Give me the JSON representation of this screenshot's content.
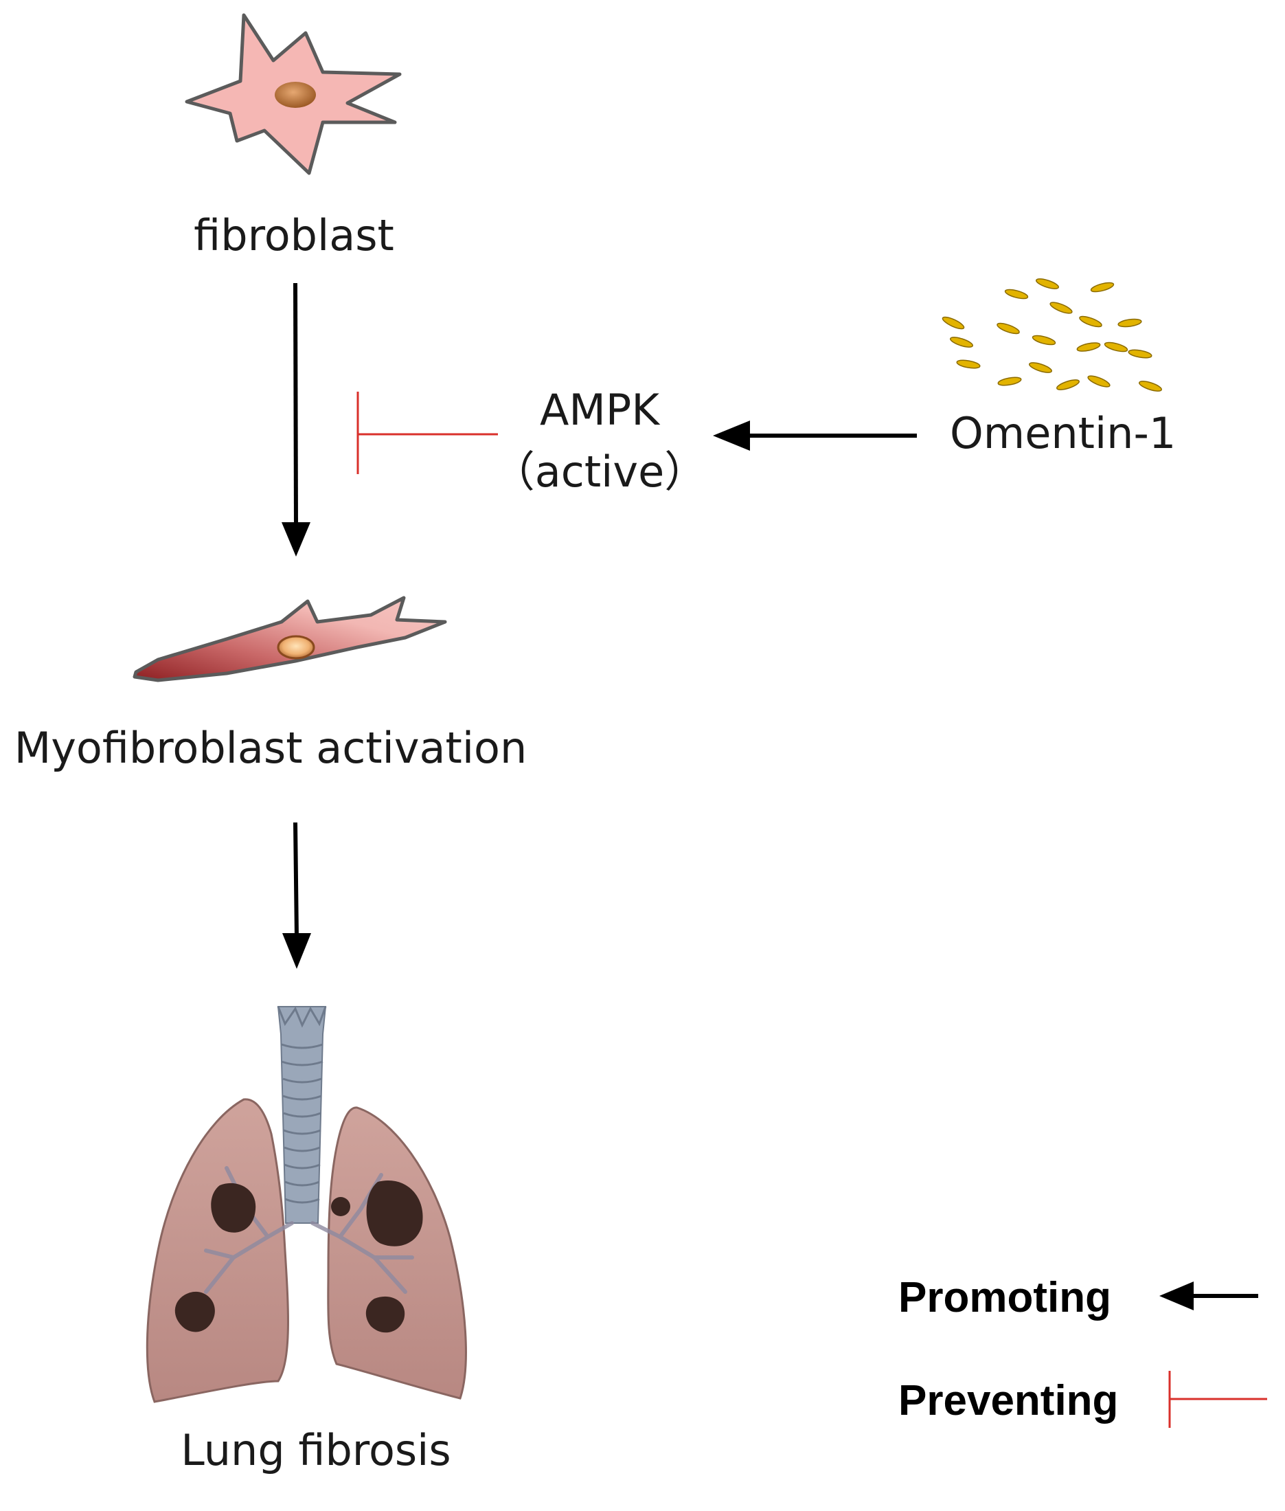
{
  "labels": {
    "fibroblast": "fibroblast",
    "ampk_line1": "AMPK",
    "ampk_line2": "（active）",
    "omentin": "Omentin-1",
    "myofibroblast": "Myofibroblast activation",
    "lung": "Lung fibrosis"
  },
  "legend": {
    "promoting": "Promoting",
    "preventing": "Preventing"
  },
  "colors": {
    "promote_arrow": "#000000",
    "inhibit_bar": "#d9302b",
    "cell_fill": "#f4b6b3",
    "cell_outline": "#5a5a5a",
    "nucleus": "#b06a2c",
    "omentin_particles": "#e0b000",
    "lung_tissue": "#c49690",
    "lesion": "#3a2621",
    "trachea": "#9aa6b8"
  },
  "icons": {
    "fibroblast": "fibroblast-cell-icon",
    "myofibroblast": "myofibroblast-cell-icon",
    "omentin": "omentin-particles-icon",
    "lung": "fibrotic-lungs-icon"
  }
}
